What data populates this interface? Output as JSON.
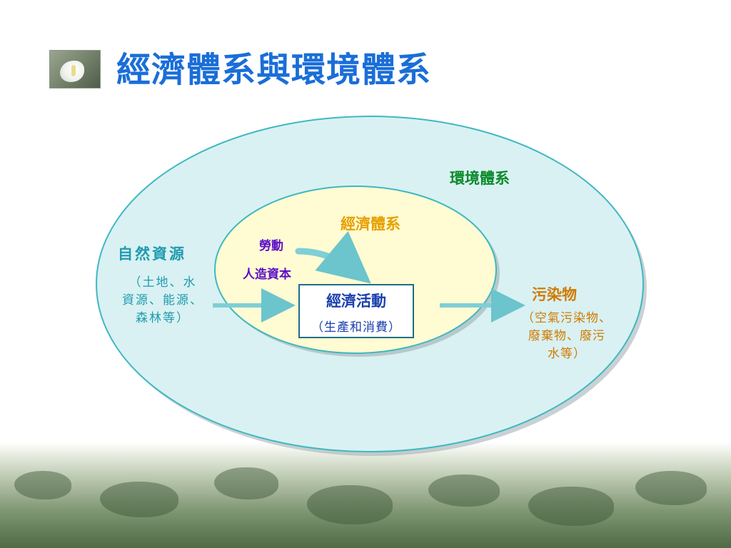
{
  "title": "經濟體系與環境體系",
  "icons": {
    "logo": "calla-lily-photo-icon"
  },
  "colors": {
    "title": "#1a6ed8",
    "outer_ellipse_fill": "#d9f1f2",
    "outer_ellipse_border": "#3fb8c2",
    "inner_ellipse_fill": "#fffbd2",
    "inner_ellipse_border": "#3fb8c2",
    "arrow": "#7fcfd6"
  },
  "diagram": {
    "environment_label": "環境體系",
    "economy_label": "經濟體系",
    "labor_label": "勞動",
    "capital_label": "人造資本",
    "natural_resources": {
      "title": "自然資源",
      "detail_lines": [
        "（土地、水",
        "資源、能源、",
        "森林等）"
      ]
    },
    "economic_activity": {
      "title": "經濟活動",
      "subtitle": "（生產和消費）"
    },
    "pollutants": {
      "title": "污染物",
      "detail_lines": [
        "（空氣污染物、",
        "廢棄物、廢污",
        "水等）"
      ]
    }
  }
}
